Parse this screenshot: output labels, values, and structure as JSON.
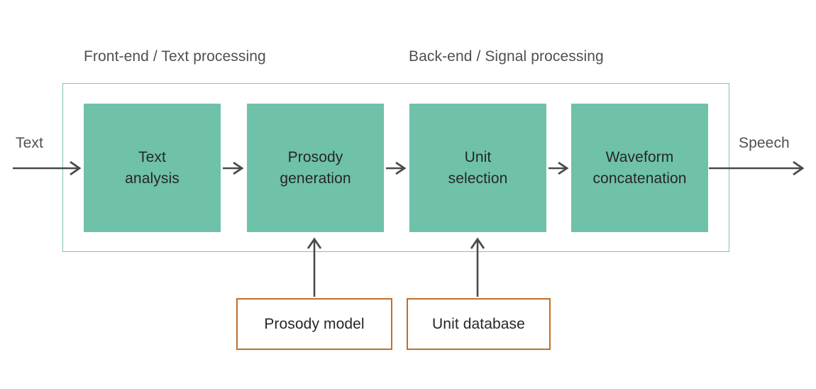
{
  "diagram": {
    "title_hidden": true,
    "background_color": "#ffffff",
    "colors": {
      "stage_fill": "#6fc1a9",
      "container_border": "#7fc6b0",
      "resource_border": "#c0702a",
      "resource_fill": "#ffffff",
      "arrow": "#4a4a4a",
      "text_dark": "#262626",
      "text_grey": "#4f4f4f"
    },
    "captions": [
      {
        "id": "frontend",
        "label": "Front-end / Text processing"
      },
      {
        "id": "backend",
        "label": "Back-end / Signal processing"
      }
    ],
    "io": {
      "input_label": "Text",
      "output_label": "Speech"
    },
    "stages": [
      {
        "id": "text-analysis",
        "label": "Text\nanalysis",
        "section": "frontend"
      },
      {
        "id": "prosody-generation",
        "label": "Prosody\ngeneration",
        "section": "frontend"
      },
      {
        "id": "unit-selection",
        "label": "Unit\nselection",
        "section": "backend"
      },
      {
        "id": "waveform-concatenation",
        "label": "Waveform\nconcatenation",
        "section": "backend"
      }
    ],
    "resources": [
      {
        "id": "prosody-model",
        "label": "Prosody model",
        "feeds_stage": "prosody-generation"
      },
      {
        "id": "unit-database",
        "label": "Unit database",
        "feeds_stage": "unit-selection"
      }
    ],
    "arrows": [
      {
        "id": "input-arrow",
        "from": "Text",
        "to": "text-analysis",
        "direction": "right"
      },
      {
        "id": "stage-1-to-2",
        "from": "text-analysis",
        "to": "prosody-generation",
        "direction": "right"
      },
      {
        "id": "stage-2-to-3",
        "from": "prosody-generation",
        "to": "unit-selection",
        "direction": "right"
      },
      {
        "id": "stage-3-to-4",
        "from": "unit-selection",
        "to": "waveform-concatenation",
        "direction": "right"
      },
      {
        "id": "output-arrow",
        "from": "waveform-concatenation",
        "to": "Speech",
        "direction": "right"
      },
      {
        "id": "prosody-model-feed",
        "from": "prosody-model",
        "to": "prosody-generation",
        "direction": "up"
      },
      {
        "id": "unit-database-feed",
        "from": "unit-database",
        "to": "unit-selection",
        "direction": "up"
      }
    ]
  }
}
